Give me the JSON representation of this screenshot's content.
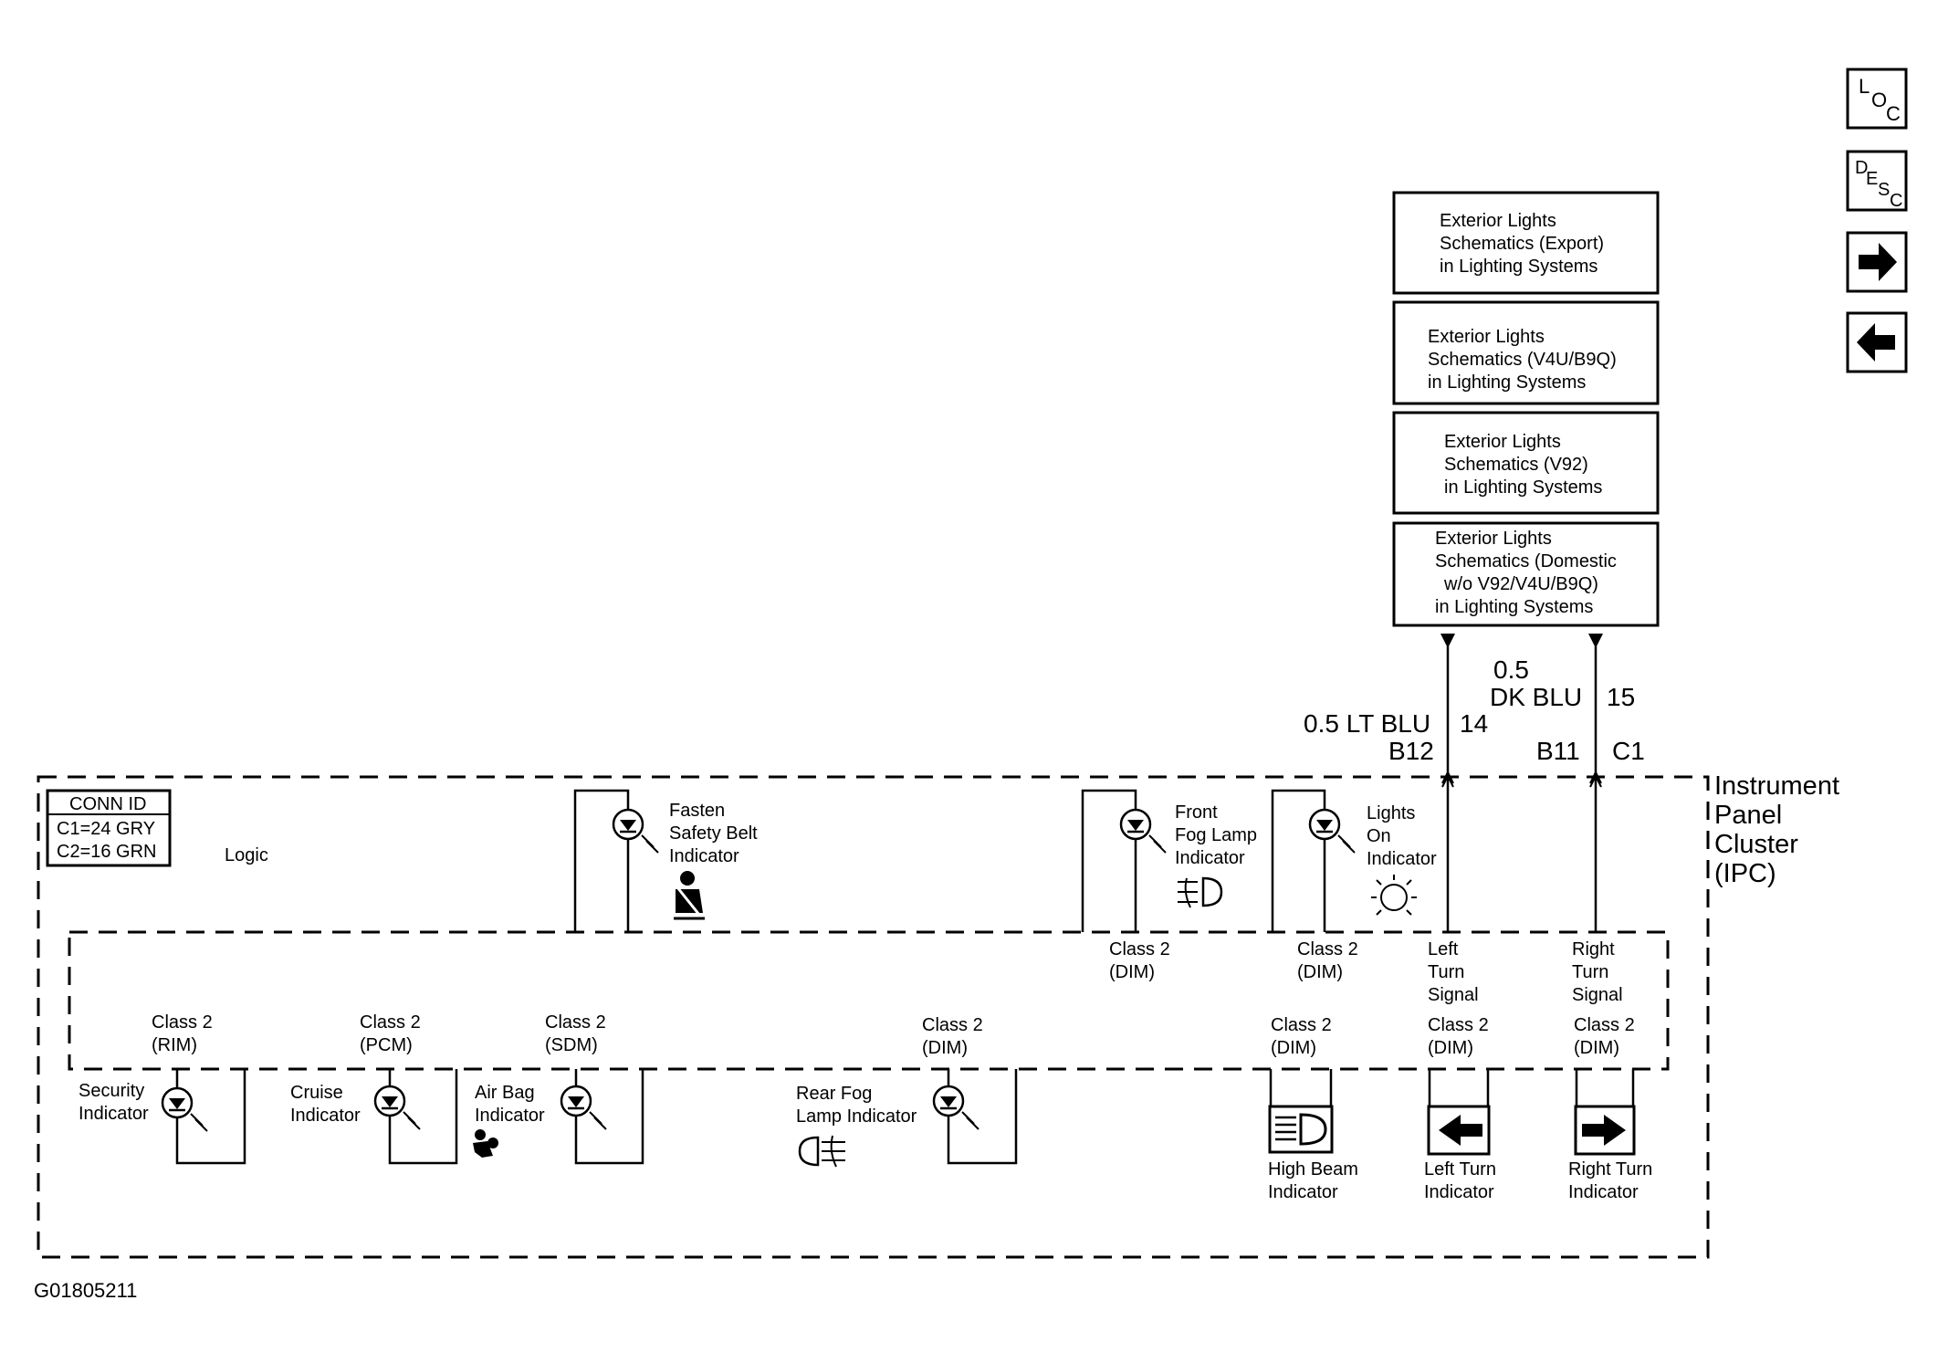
{
  "nav": {
    "loc": {
      "l1": "L",
      "l2": "O",
      "l3": "C"
    },
    "desc": {
      "l1": "D",
      "l2": "E",
      "l3": "S",
      "l4": "C"
    },
    "next_icon": "arrow-right-icon",
    "prev_icon": "arrow-left-icon"
  },
  "refs": [
    {
      "lines": [
        "Exterior Lights",
        "Schematics (Export)",
        "in Lighting Systems"
      ]
    },
    {
      "lines": [
        "Exterior Lights",
        "Schematics (V4U/B9Q)",
        "in Lighting Systems"
      ]
    },
    {
      "lines": [
        "Exterior Lights",
        "Schematics (V92)",
        "in Lighting Systems"
      ]
    },
    {
      "lines": [
        "Exterior Lights",
        "Schematics (Domestic",
        "w/o V92/V4U/B9Q)",
        "in Lighting Systems"
      ]
    }
  ],
  "wires": {
    "left": {
      "size_color": "0.5 LT BLU",
      "circuit": "14",
      "pin": "B12"
    },
    "right": {
      "size": "0.5",
      "color": "DK BLU",
      "circuit": "15",
      "pin": "B11",
      "connector": "C1"
    }
  },
  "module": {
    "lines": [
      "Instrument",
      "Panel",
      "Cluster",
      "(IPC)"
    ]
  },
  "conn_id": {
    "title": "CONN ID",
    "rows": [
      "C1=24 GRY",
      "C2=16 GRN"
    ]
  },
  "logic_label": "Logic",
  "upper_indicators": [
    {
      "lines": [
        "Fasten",
        "Safety Belt",
        "Indicator"
      ],
      "icon": "seatbelt-icon"
    },
    {
      "lines": [
        "Front",
        "Fog Lamp",
        "Indicator"
      ],
      "icon": "front-fog-lamp-icon"
    },
    {
      "lines": [
        "Lights",
        "On",
        "Indicator"
      ],
      "icon": "lights-on-icon"
    }
  ],
  "upper_class2": [
    {
      "l1": "Class 2",
      "l2": "(DIM)"
    },
    {
      "l1": "Class 2",
      "l2": "(DIM)"
    }
  ],
  "turn_signals": [
    {
      "lines": [
        "Left",
        "Turn",
        "Signal"
      ]
    },
    {
      "lines": [
        "Right",
        "Turn",
        "Signal"
      ]
    }
  ],
  "lower_class2": [
    {
      "l1": "Class 2",
      "l2": "(RIM)"
    },
    {
      "l1": "Class 2",
      "l2": "(PCM)"
    },
    {
      "l1": "Class 2",
      "l2": "(SDM)"
    },
    {
      "l1": "Class 2",
      "l2": "(DIM)"
    },
    {
      "l1": "Class 2",
      "l2": "(DIM)"
    },
    {
      "l1": "Class 2",
      "l2": "(DIM)"
    },
    {
      "l1": "Class 2",
      "l2": "(DIM)"
    }
  ],
  "lower_indicators": [
    {
      "lines": [
        "Security",
        "Indicator"
      ]
    },
    {
      "lines": [
        "Cruise",
        "Indicator"
      ]
    },
    {
      "lines": [
        "Air Bag",
        "Indicator"
      ],
      "icon": "airbag-icon"
    },
    {
      "lines": [
        "Rear Fog",
        "Lamp Indicator"
      ],
      "icon": "rear-fog-lamp-icon"
    },
    {
      "lines": [
        "High Beam",
        "Indicator"
      ],
      "icon": "high-beam-icon"
    },
    {
      "lines": [
        "Left Turn",
        "Indicator"
      ],
      "icon": "left-turn-arrow-icon"
    },
    {
      "lines": [
        "Right Turn",
        "Indicator"
      ],
      "icon": "right-turn-arrow-icon"
    }
  ],
  "figure_id": "G01805211"
}
